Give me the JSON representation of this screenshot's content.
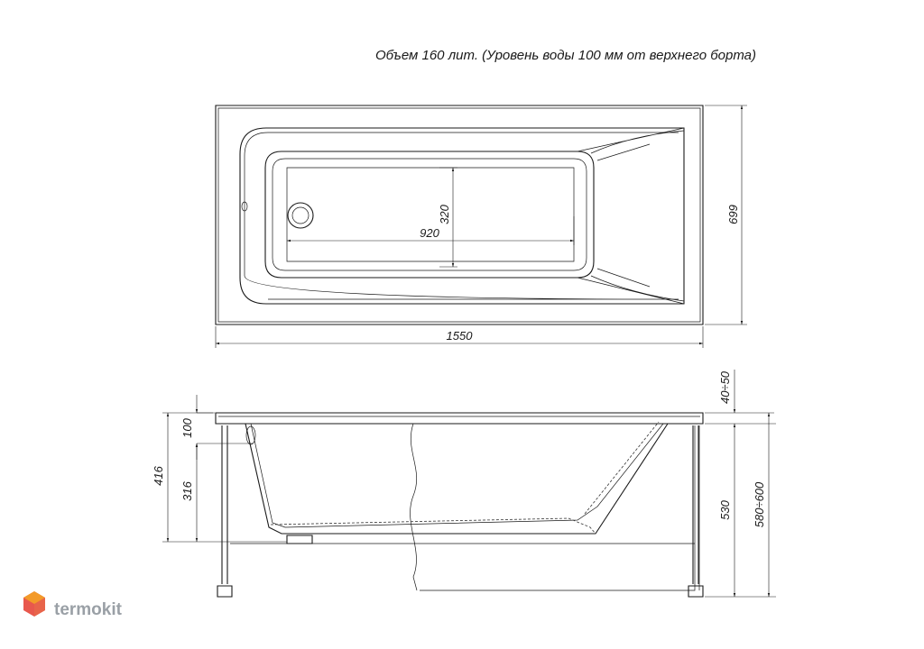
{
  "title": "Объем 160 лит. (Уровень воды 100 мм от верхнего борта)",
  "top_view": {
    "length_label": "1550",
    "width_label": "699",
    "inner_length_label": "920",
    "inner_width_label": "320"
  },
  "side_view": {
    "water_level_label": "100",
    "rim_label": "40÷50",
    "depth_total_label": "416",
    "depth_below_label": "316",
    "legs_label": "530",
    "height_label": "580÷600"
  },
  "brand": {
    "name": "termokit",
    "logo_colors": [
      "#e8584d",
      "#f5a623",
      "#e8684a"
    ]
  }
}
